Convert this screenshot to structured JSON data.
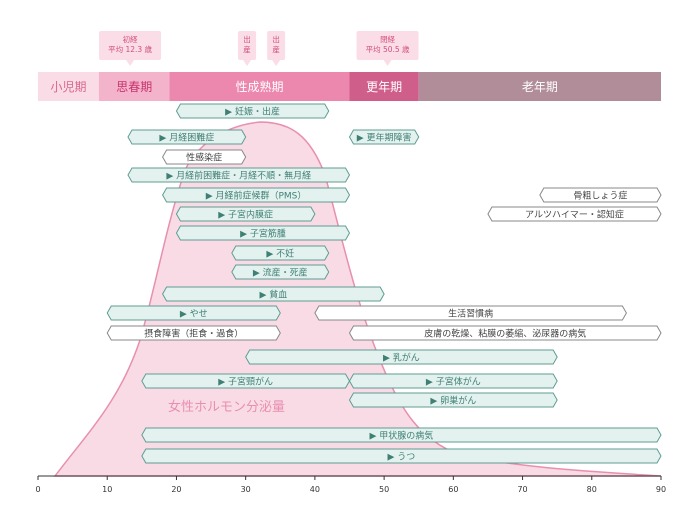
{
  "axis": {
    "min": 0,
    "max": 90,
    "ticks": [
      0,
      10,
      20,
      30,
      40,
      50,
      60,
      70,
      80,
      90
    ]
  },
  "phases": [
    {
      "label": "小児期",
      "start": 0,
      "end": 8.8,
      "color": "#f9dce6",
      "text": "#d9678f"
    },
    {
      "label": "思春期",
      "start": 8.8,
      "end": 19,
      "color": "#f3b3ca",
      "text": "#c8336c"
    },
    {
      "label": "性成熟期",
      "start": 19,
      "end": 45,
      "color": "#ec88ad",
      "text": "#ffffff"
    },
    {
      "label": "更年期",
      "start": 45,
      "end": 55,
      "color": "#cf5e8a",
      "text": "#ffffff"
    },
    {
      "label": "老年期",
      "start": 55,
      "end": 90,
      "color": "#b08d99",
      "text": "#ffffff"
    }
  ],
  "callouts": [
    {
      "lines": [
        "初経",
        "平均 12.3 歳"
      ],
      "age": 13.3
    },
    {
      "lines": [
        "出",
        "産"
      ],
      "age": 30.2
    },
    {
      "lines": [
        "出",
        "産"
      ],
      "age": 34.4
    },
    {
      "lines": [
        "閉経",
        "平均 50.5 歳"
      ],
      "age": 50.5
    }
  ],
  "curve_label": "女性ホルモン分泌量",
  "conditions": [
    {
      "label": "妊娠・出産",
      "start": 20,
      "end": 42,
      "row": 0,
      "type": "female"
    },
    {
      "label": "月経困難症",
      "start": 13,
      "end": 30,
      "row": 1,
      "type": "female"
    },
    {
      "label": "更年期障害",
      "start": 45,
      "end": 55,
      "row": 1,
      "type": "female"
    },
    {
      "label": "性感染症",
      "start": 18,
      "end": 30,
      "row": 2,
      "type": "general"
    },
    {
      "label": "月経前困難症・月経不順・無月経",
      "start": 13,
      "end": 45,
      "row": 3,
      "type": "female"
    },
    {
      "label": "月経前症候群（PMS）",
      "start": 18,
      "end": 45,
      "row": 4,
      "type": "female"
    },
    {
      "label": "骨粗しょう症",
      "start": 72.5,
      "end": 90,
      "row": 4,
      "type": "general"
    },
    {
      "label": "子宮内膜症",
      "start": 20,
      "end": 40,
      "row": 5,
      "type": "female"
    },
    {
      "label": "アルツハイマー・認知症",
      "start": 65,
      "end": 90,
      "row": 5,
      "type": "general"
    },
    {
      "label": "子宮筋腫",
      "start": 20,
      "end": 45,
      "row": 6,
      "type": "female"
    },
    {
      "label": "不妊",
      "start": 28,
      "end": 42,
      "row": 7,
      "type": "female"
    },
    {
      "label": "流産・死産",
      "start": 28,
      "end": 42,
      "row": 8,
      "type": "female"
    },
    {
      "label": "貧血",
      "start": 18,
      "end": 50,
      "row": 9,
      "type": "female"
    },
    {
      "label": "やせ",
      "start": 10,
      "end": 35,
      "row": 10,
      "type": "female"
    },
    {
      "label": "生活習慣病",
      "start": 40,
      "end": 85,
      "row": 10,
      "type": "general"
    },
    {
      "label": "摂食障害（拒食・過食）",
      "start": 10,
      "end": 35,
      "row": 11,
      "type": "general"
    },
    {
      "label": "皮膚の乾燥、粘膜の萎縮、泌尿器の病気",
      "start": 45,
      "end": 90,
      "row": 11,
      "type": "general"
    },
    {
      "label": "乳がん",
      "start": 30,
      "end": 75,
      "row": 12,
      "type": "female"
    },
    {
      "label": "子宮頸がん",
      "start": 15,
      "end": 45,
      "row": 13,
      "type": "female"
    },
    {
      "label": "子宮体がん",
      "start": 45,
      "end": 75,
      "row": 13,
      "type": "female"
    },
    {
      "label": "卵巣がん",
      "start": 45,
      "end": 75,
      "row": 14,
      "type": "female"
    },
    {
      "label": "甲状腺の病気",
      "start": 15,
      "end": 90,
      "row": 15,
      "type": "female"
    },
    {
      "label": "うつ",
      "start": 15,
      "end": 90,
      "row": 16,
      "type": "female"
    }
  ],
  "colors": {
    "female_fill": "#e3f2ee",
    "female_stroke": "#5f9c92",
    "female_text": "#3f7f75",
    "general_fill": "#ffffff",
    "general_stroke": "#888888",
    "general_text": "#444444",
    "curve_fill": "#f9dbe6",
    "curve_stroke": "#e88fb0",
    "callout_bg": "#fbdde7",
    "callout_text": "#d0507f"
  }
}
